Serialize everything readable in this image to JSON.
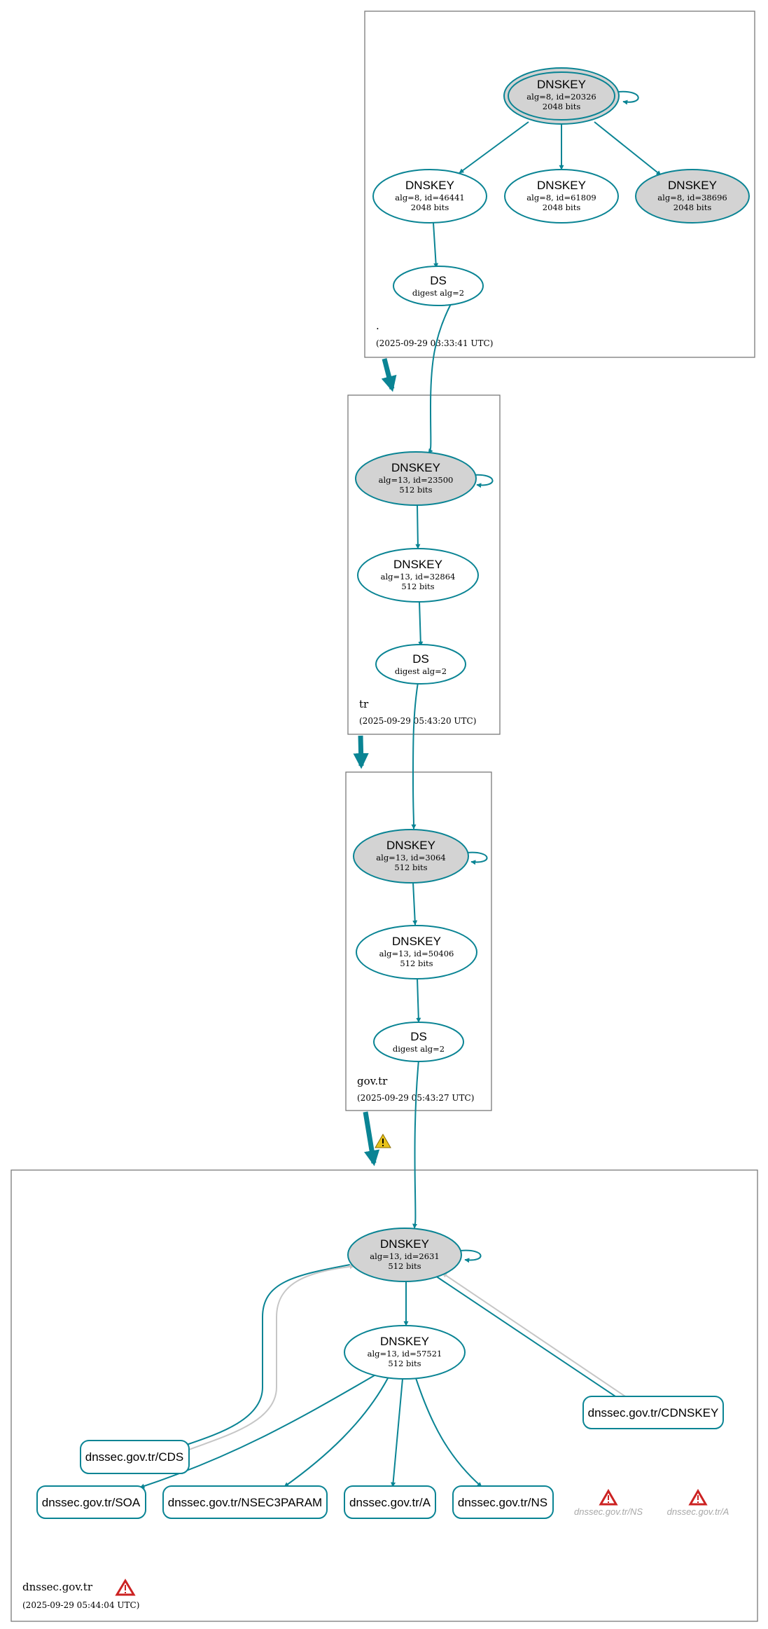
{
  "colors": {
    "edge": "#0a8494",
    "grey_edge": "#c6c6c6",
    "ksk_fill": "#d3d3d3",
    "warning": "#e8c21a",
    "error": "#cc2222"
  },
  "zones": {
    "root": {
      "name": ".",
      "timestamp": "(2025-09-29 03:33:41 UTC)"
    },
    "tr": {
      "name": "tr",
      "timestamp": "(2025-09-29 05:43:20 UTC)"
    },
    "gov_tr": {
      "name": "gov.tr",
      "timestamp": "(2025-09-29 05:43:27 UTC)"
    },
    "dnssec_gov_tr": {
      "name": "dnssec.gov.tr",
      "timestamp": "(2025-09-29 05:44:04 UTC)"
    }
  },
  "nodes": {
    "root_ksk": {
      "title": "DNSKEY",
      "line1": "alg=8, id=20326",
      "line2": "2048 bits"
    },
    "root_zsk1": {
      "title": "DNSKEY",
      "line1": "alg=8, id=46441",
      "line2": "2048 bits"
    },
    "root_zsk2": {
      "title": "DNSKEY",
      "line1": "alg=8, id=61809",
      "line2": "2048 bits"
    },
    "root_ksk2": {
      "title": "DNSKEY",
      "line1": "alg=8, id=38696",
      "line2": "2048 bits"
    },
    "root_ds": {
      "title": "DS",
      "line1": "digest alg=2"
    },
    "tr_ksk": {
      "title": "DNSKEY",
      "line1": "alg=13, id=23500",
      "line2": "512 bits"
    },
    "tr_zsk": {
      "title": "DNSKEY",
      "line1": "alg=13, id=32864",
      "line2": "512 bits"
    },
    "tr_ds": {
      "title": "DS",
      "line1": "digest alg=2"
    },
    "gov_ksk": {
      "title": "DNSKEY",
      "line1": "alg=13, id=3064",
      "line2": "512 bits"
    },
    "gov_zsk": {
      "title": "DNSKEY",
      "line1": "alg=13, id=50406",
      "line2": "512 bits"
    },
    "gov_ds": {
      "title": "DS",
      "line1": "digest alg=2"
    },
    "d_ksk": {
      "title": "DNSKEY",
      "line1": "alg=13, id=2631",
      "line2": "512 bits"
    },
    "d_zsk": {
      "title": "DNSKEY",
      "line1": "alg=13, id=57521",
      "line2": "512 bits"
    }
  },
  "records": {
    "cdnskey": "dnssec.gov.tr/CDNSKEY",
    "cds": "dnssec.gov.tr/CDS",
    "soa": "dnssec.gov.tr/SOA",
    "nsec3param": "dnssec.gov.tr/NSEC3PARAM",
    "a": "dnssec.gov.tr/A",
    "ns": "dnssec.gov.tr/NS",
    "ghost_ns": "dnssec.gov.tr/NS",
    "ghost_a": "dnssec.gov.tr/A"
  },
  "icons": {
    "warning": "warning-triangle-icon",
    "error": "error-triangle-icon"
  }
}
